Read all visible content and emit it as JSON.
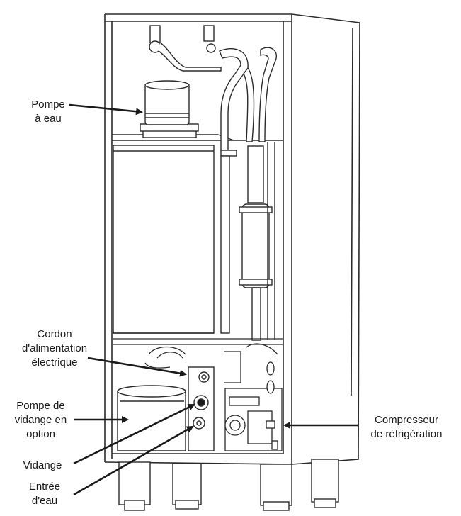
{
  "labels": {
    "water_pump": [
      "Pompe",
      "à eau"
    ],
    "power_cord": [
      "Cordon",
      "d'alimentation",
      "électrique"
    ],
    "drain_pump": [
      "Pompe de",
      "vidange en",
      "option"
    ],
    "compressor": [
      "Compresseur",
      "de réfrigération"
    ],
    "drain": [
      "Vidange"
    ],
    "water_inlet": [
      "Entrée",
      "d'eau"
    ]
  },
  "colors": {
    "line": "#2b2b2b",
    "fill": "#ffffff",
    "shade": "#e8e8e8",
    "arrow": "#1a1a1a",
    "text": "#1a1a1a"
  }
}
